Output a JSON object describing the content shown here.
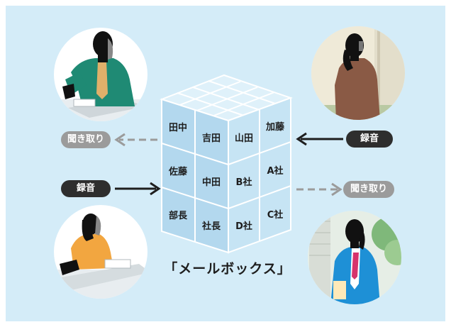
{
  "mailbox": {
    "title": "「メールボックス」",
    "rows": [
      [
        "田中",
        "吉田",
        "山田",
        "加藤"
      ],
      [
        "佐藤",
        "中田",
        "B社",
        "A社"
      ],
      [
        "部長",
        "社長",
        "D社",
        "C社"
      ]
    ]
  },
  "tags": {
    "listen_left": "聞き取り",
    "record_right": "録音",
    "record_left": "録音",
    "listen_right": "聞き取り"
  },
  "colors": {
    "background": "#d4ecf8",
    "cube_left": "#b3d8ee",
    "cube_right": "#c6e4f4",
    "cube_top": "#dff1fa",
    "dark_tag": "#2e2e2e",
    "light_tag": "#9b9b9b"
  },
  "icons": [
    "person-on-phone-at-desk-icon",
    "person-on-phone-standing-icon",
    "woman-on-phone-at-desk-icon",
    "businessman-on-phone-icon"
  ]
}
